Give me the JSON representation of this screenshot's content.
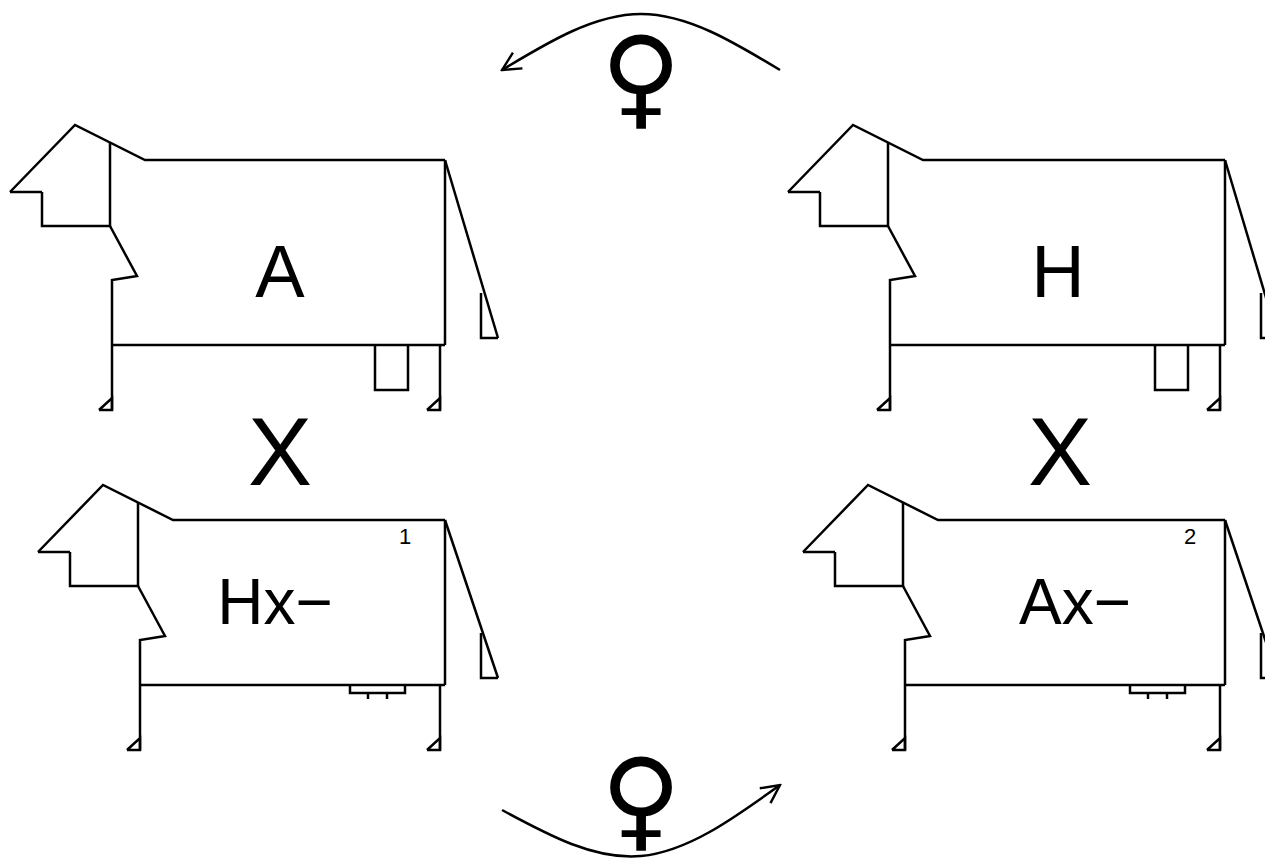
{
  "diagram": {
    "nodes": [
      {
        "text": [
          "A"
        ]
      },
      {
        "text": [
          "H"
        ]
      },
      {
        "text": [
          "Hx−",
          "1"
        ]
      },
      {
        "text": [
          "Ax−",
          "2"
        ]
      }
    ],
    "edges": [
      {
        "from": 1,
        "to": 0,
        "arrow": "to",
        "label": "♀"
      },
      {
        "from": 2,
        "to": 3,
        "arrow": "to",
        "label": "♀"
      }
    ],
    "labels": [
      "X",
      "X"
    ]
  }
}
